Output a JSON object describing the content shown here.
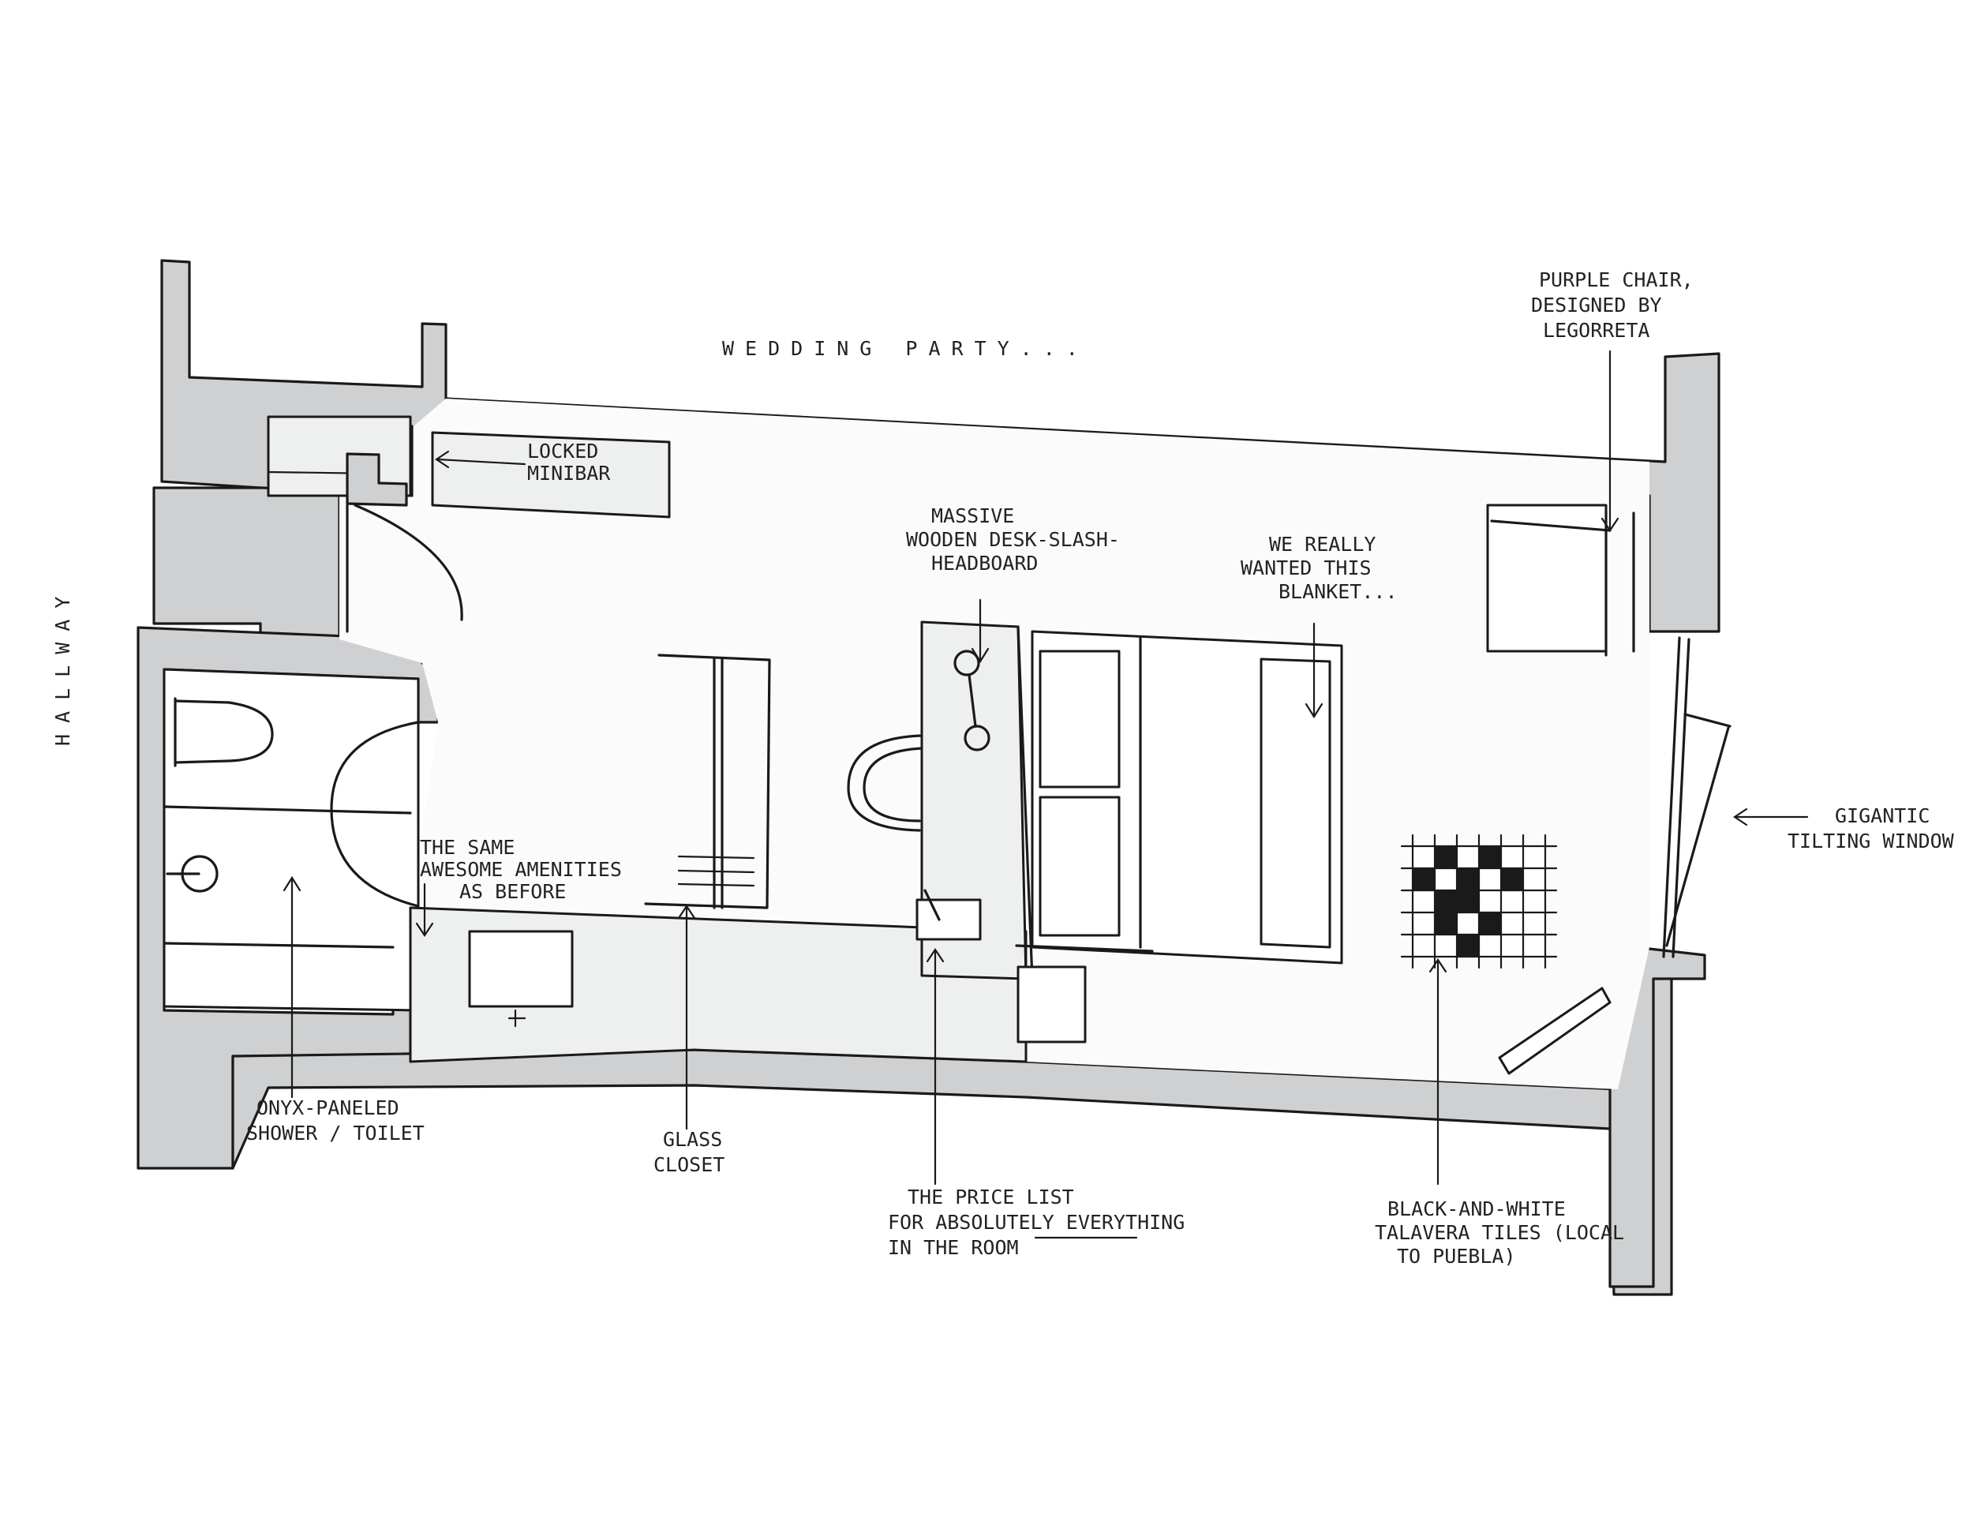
{
  "labels": {
    "wedding_party": "WEDDING PARTY...",
    "hallway": "HALLWAY",
    "locked_minibar": [
      "LOCKED",
      "MINIBAR"
    ],
    "massive_desk": [
      "MASSIVE",
      "WOODEN DESK-SLASH-",
      "HEADBOARD"
    ],
    "blanket": [
      "WE REALLY",
      "WANTED THIS",
      "BLANKET..."
    ],
    "purple_chair": [
      "PURPLE CHAIR,",
      "DESIGNED BY",
      "LEGORRETA"
    ],
    "gigantic_window": [
      "GIGANTIC",
      "TILTING WINDOW"
    ],
    "amenities": [
      "THE SAME",
      "AWESOME AMENITIES",
      "AS BEFORE"
    ],
    "onyx_shower": [
      "ONYX-PANELED",
      "SHOWER / TOILET"
    ],
    "glass_closet": [
      "GLASS",
      "CLOSET"
    ],
    "price_list": [
      "THE PRICE LIST",
      "FOR ABSOLUTELY EVERYTHING",
      "IN THE ROOM"
    ],
    "talavera_tiles": [
      "BLACK-AND-WHITE",
      "TALAVERA TILES (LOCAL",
      "TO PUEBLA)"
    ]
  },
  "colors": {
    "ink": "#1a1a1a",
    "wall": "#cfd0d2",
    "furniture": "#eef0ef",
    "paper": "#ffffff"
  }
}
